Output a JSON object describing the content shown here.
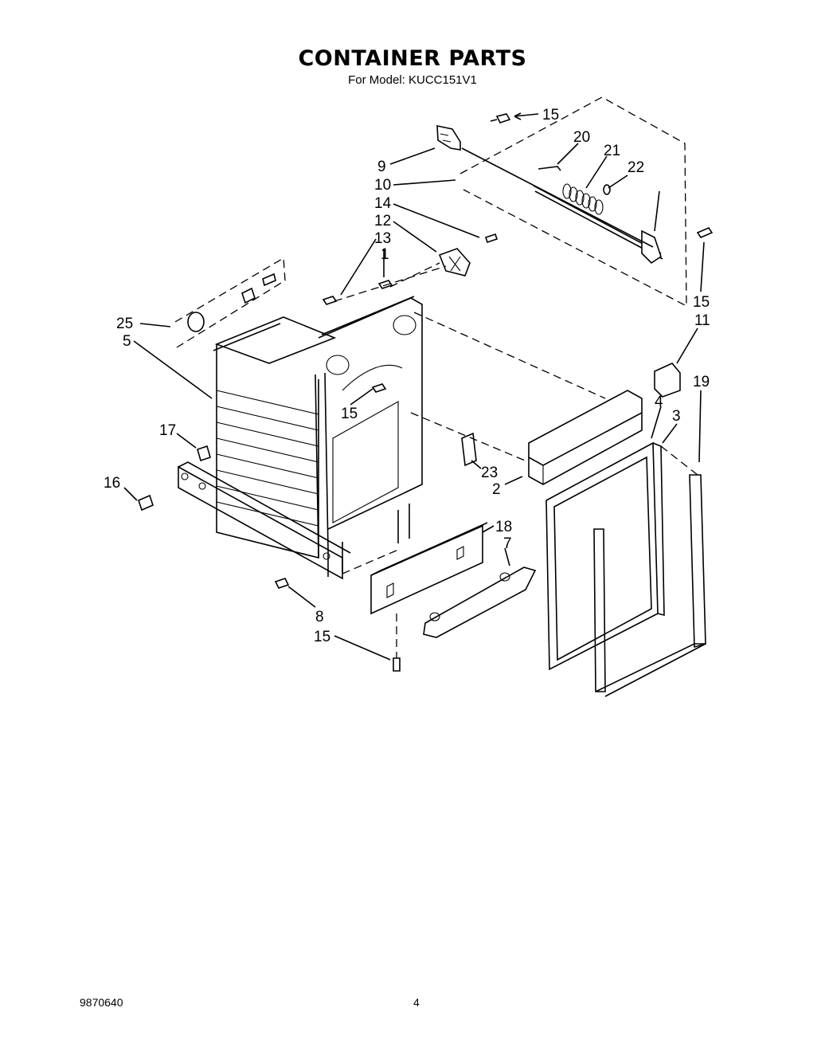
{
  "header": {
    "title": "CONTAINER PARTS",
    "subtitle": "For Model: KUCC151V1"
  },
  "callouts": {
    "c15_top": "15",
    "c20": "20",
    "c21": "21",
    "c22": "22",
    "c9": "9",
    "c10": "10",
    "c14": "14",
    "c12": "12",
    "c13": "13",
    "c1": "1",
    "c15_right": "15",
    "c11": "11",
    "c25": "25",
    "c5": "5",
    "c15_mid": "15",
    "c17": "17",
    "c16": "16",
    "c19": "19",
    "c4": "4",
    "c3": "3",
    "c23": "23",
    "c2": "2",
    "c18": "18",
    "c7": "7",
    "c8": "8",
    "c15_bottom": "15"
  },
  "footer": {
    "doc_number": "9870640",
    "page_number": "4"
  }
}
